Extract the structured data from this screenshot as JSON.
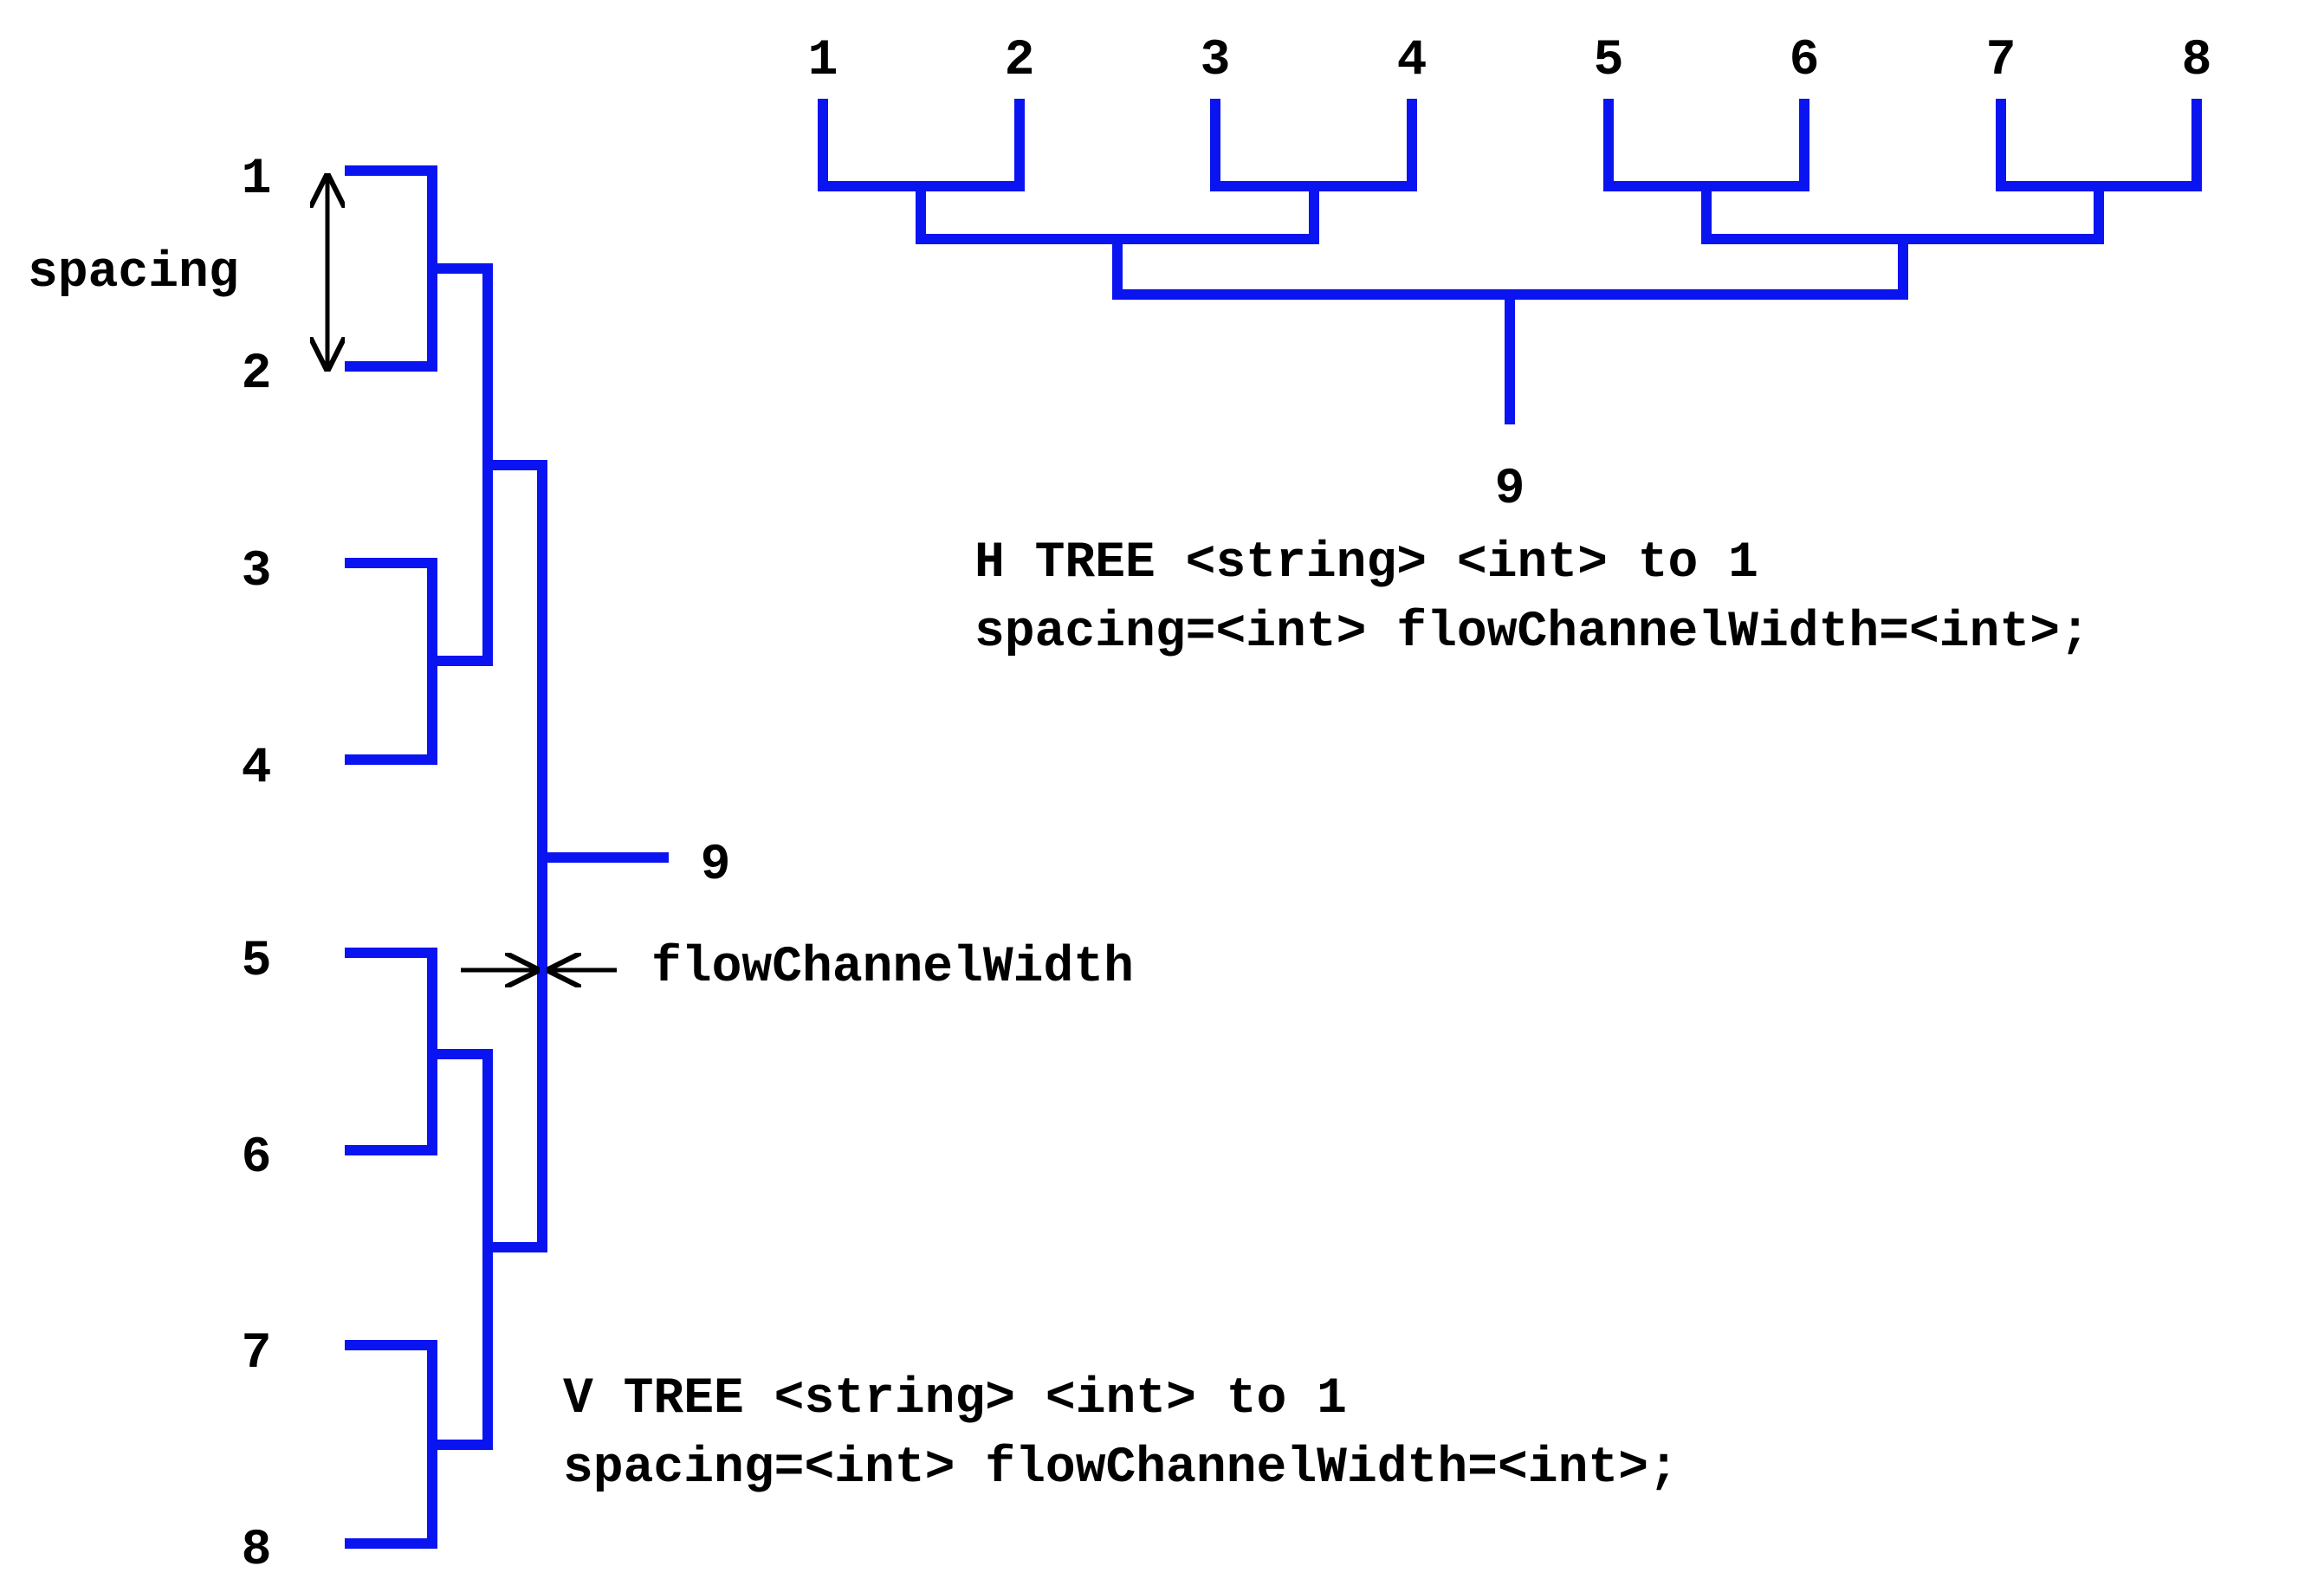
{
  "colors": {
    "channel": "#0a14f0",
    "dimension": "#000000",
    "background": "#ffffff"
  },
  "v_tree": {
    "leaf_labels": [
      "1",
      "2",
      "3",
      "4",
      "5",
      "6",
      "7",
      "8"
    ],
    "root_label": "9",
    "spacing_label": "spacing",
    "flow_width_label": "flowChannelWidth",
    "syntax_line1": "V TREE <string> <int> to 1",
    "syntax_line2": "spacing=<int> flowChannelWidth=<int>;"
  },
  "h_tree": {
    "leaf_labels": [
      "1",
      "2",
      "3",
      "4",
      "5",
      "6",
      "7",
      "8"
    ],
    "root_label": "9",
    "syntax_line1": "H TREE <string> <int> to 1",
    "syntax_line2": "spacing=<int> flowChannelWidth=<int>;"
  }
}
